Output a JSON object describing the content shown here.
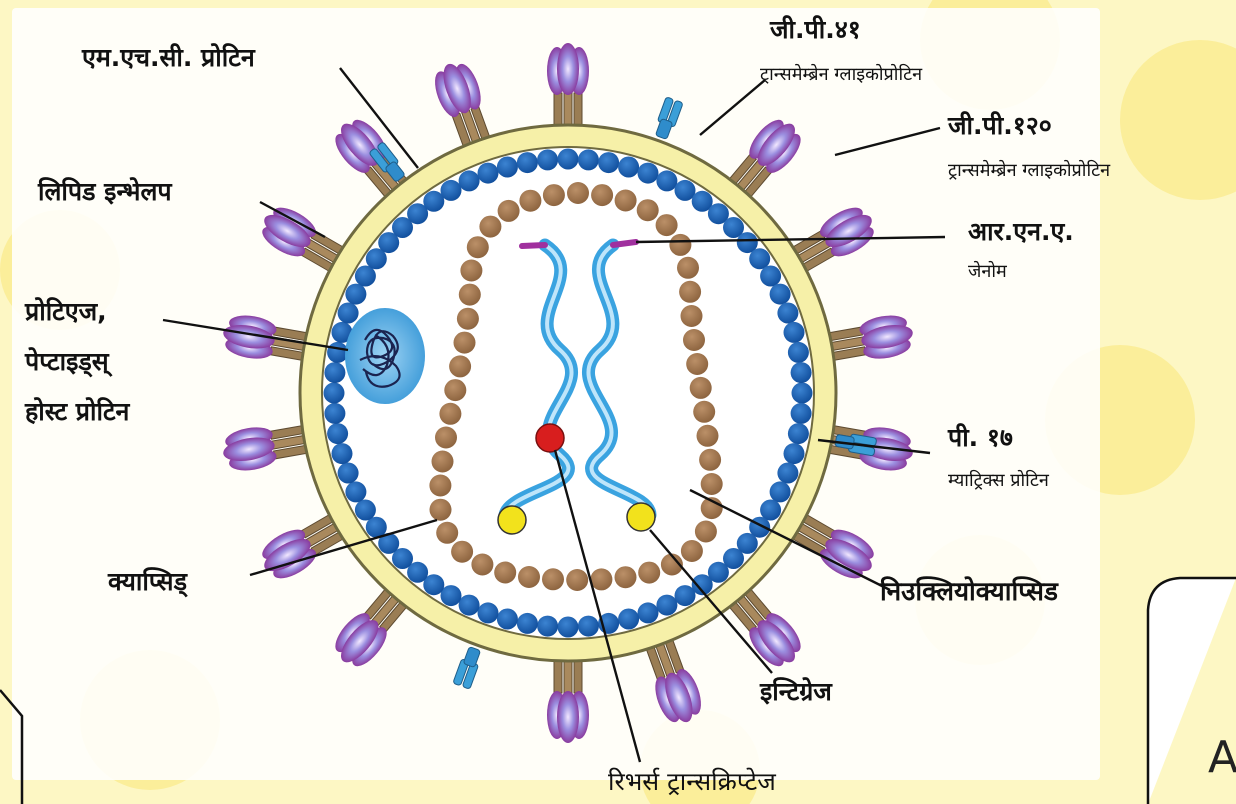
{
  "labels": {
    "mhc": "एम.एच.सी. प्रोटिन",
    "gp41": "जी.पी.४१",
    "gp41_sub": "ट्रान्समेम्ब्रेन ग्लाइकोप्रोटिन",
    "gp120": "जी.पी.१२०",
    "gp120_sub": "ट्रान्समेम्ब्रेन ग्लाइकोप्रोटिन",
    "lipid": "लिपिड इन्भेलप",
    "rna": "आर.एन.ए.",
    "rna_sub": "जेनोम",
    "protease_1": "प्रोटिएज,",
    "protease_2": "पेप्टाइड्स्",
    "protease_3": "होस्ट प्रोटिन",
    "p17": "पी. १७",
    "p17_sub": "म्याट्रिक्स प्रोटिन",
    "capsid": "क्याप्सिड्",
    "nucleocapsid": "निउक्लियोक्याप्सिड",
    "integrase": "इन्टिग्रेज",
    "reverse_transcriptase": "रिभर्स ट्रान्सक्रिप्टेज",
    "corner_letter": "A"
  },
  "colors": {
    "background": "#fdf7c4",
    "envelope": "#f6f0a8",
    "matrix_beads": "#1a5fb0",
    "capsid_beads": "#a0764c",
    "rna": "#3aa3e0",
    "glycoprotein": "#8e2a9a",
    "integrase": "#f2e21c",
    "reverse_transcriptase": "#d81e1e",
    "protease": "#5fb4e8"
  }
}
